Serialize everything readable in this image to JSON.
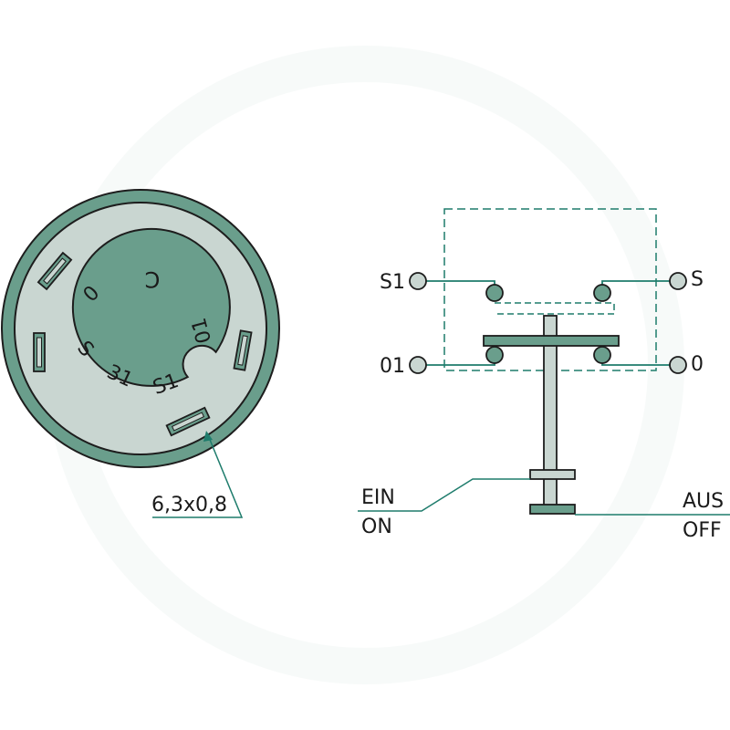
{
  "front_view": {
    "terminal_labels": {
      "c": "C",
      "zero": "0",
      "s": "S",
      "thirty_one": "31",
      "s1": "S1",
      "zero_one": "01"
    },
    "dimension_label": "6,3x0,8"
  },
  "schematic": {
    "terminals": {
      "s1": "S1",
      "s": "S",
      "zero_one": "01",
      "zero": "0"
    },
    "on_label_de": "EIN",
    "on_label_en": "ON",
    "off_label_de": "AUS",
    "off_label_en": "OFF"
  },
  "colors": {
    "body_dark": "#6a9e8c",
    "body_light": "#c9d6d1",
    "outline": "#1d1d1d",
    "leader_line": "#1e7c6c",
    "dashed": "#1e7c6c"
  }
}
